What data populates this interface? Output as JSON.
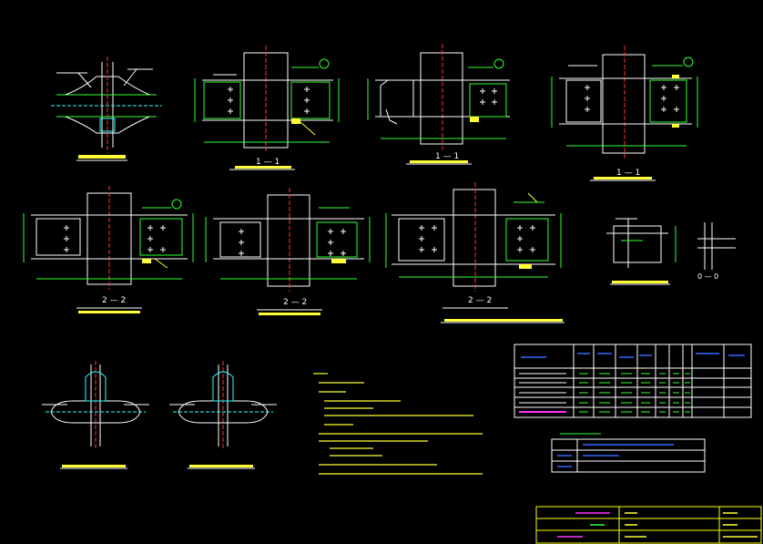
{
  "colors": {
    "background": "#000000",
    "line_white": "#ffffff",
    "line_green": "#33ff33",
    "line_yellow": "#ffff33",
    "line_cyan": "#33ffff",
    "line_red": "#ff3333",
    "line_magenta": "#ff33ff",
    "line_blue": "#3366ff",
    "frame_yellow": "#ffff00"
  },
  "section_labels": {
    "s11a": "1 — 1",
    "s11b": "1 — 1",
    "s11c": "1 — 1",
    "s22a": "2 — 2",
    "s22b": "2 — 2",
    "s22c": "2 — 2",
    "s00": "0 — 0"
  },
  "icons": {
    "section_marker": "circled-number-icon",
    "bolt": "bolt-cross-icon",
    "weld": "weld-triangle-icon"
  }
}
